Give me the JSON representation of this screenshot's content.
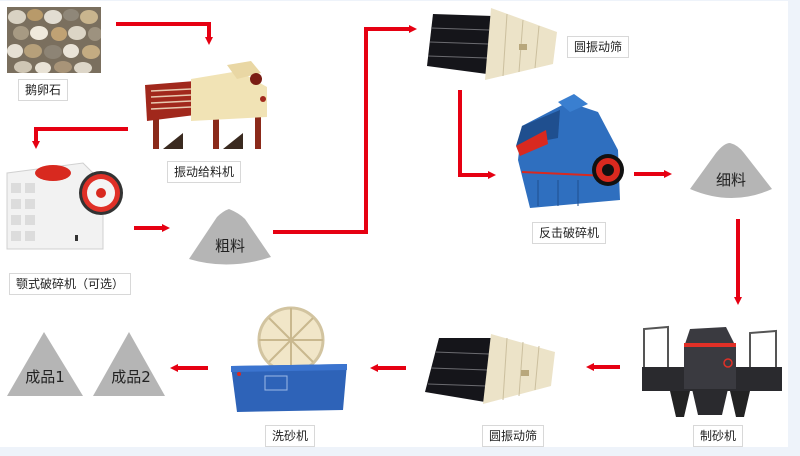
{
  "diagram": {
    "type": "process-flow",
    "accent_color": "#e60012",
    "pile_color": "#b5b5b5",
    "nodes": {
      "pebble": {
        "label": "鹅卵石",
        "kind": "raw-material-photo"
      },
      "vibrating_feeder": {
        "label": "振动给料机",
        "kind": "machine"
      },
      "jaw_crusher": {
        "label": "颚式破碎机（可选）",
        "kind": "machine"
      },
      "coarse_material": {
        "label": "粗料",
        "kind": "pile"
      },
      "circular_screen_1": {
        "label": "圆振动筛",
        "kind": "machine"
      },
      "impact_crusher": {
        "label": "反击破碎机",
        "kind": "machine"
      },
      "fine_material": {
        "label": "细料",
        "kind": "pile"
      },
      "sand_maker": {
        "label": "制砂机",
        "kind": "machine"
      },
      "circular_screen_2": {
        "label": "圆振动筛",
        "kind": "machine"
      },
      "sand_washer": {
        "label": "洗砂机",
        "kind": "machine"
      },
      "product_2": {
        "label": "成品2",
        "kind": "pile"
      },
      "product_1": {
        "label": "成品1",
        "kind": "pile"
      }
    },
    "edges": [
      [
        "pebble",
        "vibrating_feeder"
      ],
      [
        "vibrating_feeder",
        "jaw_crusher"
      ],
      [
        "jaw_crusher",
        "coarse_material"
      ],
      [
        "coarse_material",
        "circular_screen_1"
      ],
      [
        "circular_screen_1",
        "impact_crusher"
      ],
      [
        "impact_crusher",
        "fine_material"
      ],
      [
        "fine_material",
        "sand_maker"
      ],
      [
        "sand_maker",
        "circular_screen_2"
      ],
      [
        "circular_screen_2",
        "sand_washer"
      ],
      [
        "sand_washer",
        "product_2"
      ]
    ]
  }
}
